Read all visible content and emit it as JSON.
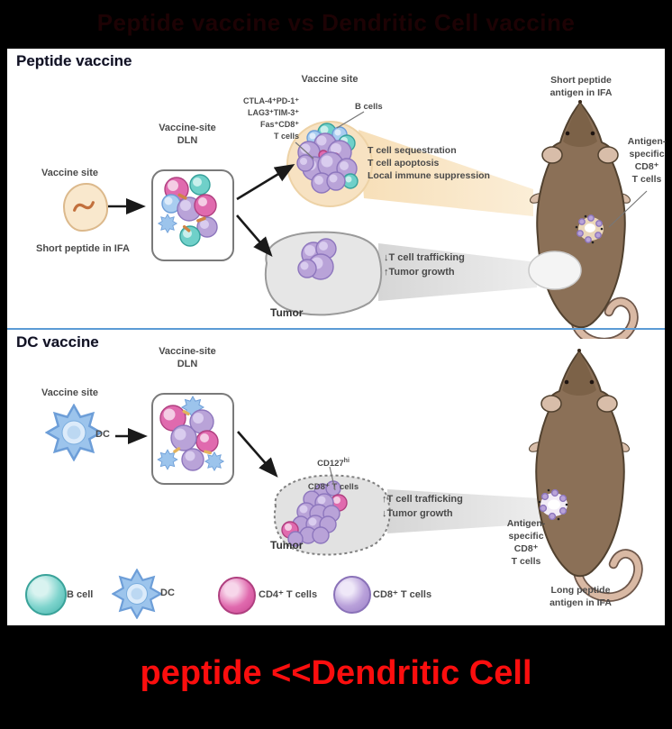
{
  "title": {
    "text": "Peptide vaccine vs Dendritic Cell vaccine",
    "color": "#1d0204",
    "note_color_is_near_black": true
  },
  "footer": {
    "text": "peptide <<Dendritic Cell",
    "color": "#fb0e0e"
  },
  "p": {
    "heading": "Peptide vaccine",
    "site_label": "Vaccine site",
    "site_caption": "Short peptide in IFA",
    "dln_label": "Vaccine-site\nDLN",
    "node_title": "Vaccine site",
    "markers": "CTLA-4⁺PD-1⁺\nLAG3⁺TIM-3⁺\nFas⁺CD8⁺\nT cells",
    "b_cells": "B cells",
    "effects": "T cell sequestration\nT cell apoptosis\nLocal immune suppression",
    "traffic": "↓T cell trafficking\n↑Tumor growth",
    "tumor_label": "Tumor",
    "mouse_label": "Short peptide\nantigen in IFA",
    "antigen_label": "Antigen-\nspecific\nCD8⁺\nT cells"
  },
  "d": {
    "heading": "DC vaccine",
    "dln_label": "Vaccine-site\nDLN",
    "site_label": "Vaccine site",
    "dc_label": "DC",
    "cd127_base": "CD127",
    "cd127_sup": "hi",
    "cd127_rest": "CD8⁺ T cells",
    "traffic": "↑T cell trafficking\n↓Tumor growth",
    "tumor_label": "Tumor",
    "antigen_label": "Antigen-\nspecific\nCD8⁺\nT cells",
    "mouse_label": "Long peptide\nantigen in IFA"
  },
  "legend": {
    "items": [
      {
        "label": "B cell",
        "color": "#5cc6be"
      },
      {
        "label": "DC",
        "color": "#9cc4ec"
      },
      {
        "label": "CD4⁺ T cells",
        "color": "#e06aae"
      },
      {
        "label": "CD8⁺ T cells",
        "color": "#b9a1da"
      }
    ]
  },
  "colors": {
    "divider_blue": "#5b9bd5",
    "cone_tan": "#f8e4c4",
    "cone_gray": "#dcdcdc",
    "mouse_brown": "#8b7057"
  }
}
